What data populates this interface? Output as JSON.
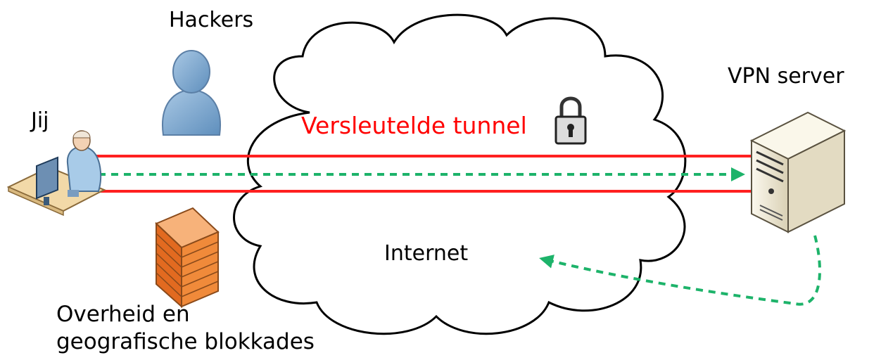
{
  "labels": {
    "hackers": "Hackers",
    "vpn_server": "VPN server",
    "jij": "Jij",
    "tunnel": "Versleutelde tunnel",
    "internet": "Internet",
    "overheid_line1": "Overheid en",
    "overheid_line2": "geografische blokkades"
  },
  "colors": {
    "tunnel_text": "#ff0000",
    "tunnel_line": "#ff2020",
    "traffic_arrow": "#1db36a",
    "cloud_stroke": "#000000",
    "person_fill": "#8fb6d8",
    "wall_fill": "#f08a3a",
    "server_fill": "#f2ecd8"
  },
  "icons": [
    "user-silhouette-icon",
    "padlock-icon",
    "brick-wall-icon",
    "server-icon",
    "computer-user-icon"
  ]
}
